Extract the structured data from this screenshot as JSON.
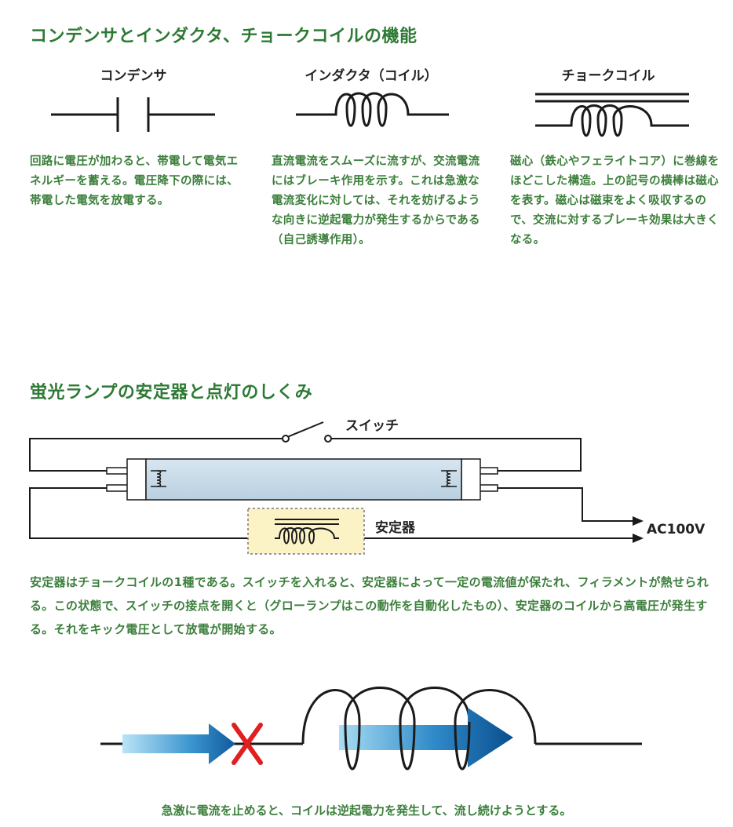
{
  "section1": {
    "title": "コンデンサとインダクタ、チョークコイルの機能",
    "columns": [
      {
        "label": "コンデンサ",
        "description": "回路に電圧が加わると、帯電して電気エネルギーを蓄える。電圧降下の際には、帯電した電気を放電する。"
      },
      {
        "label": "インダクタ（コイル）",
        "description": "直流電流をスムーズに流すが、交流電流にはブレーキ作用を示す。これは急激な電流変化に対しては、それを妨げるような向きに逆起電力が発生するからである（自己誘導作用）。"
      },
      {
        "label": "チョークコイル",
        "description": "磁心（鉄心やフェライトコア）に巻線をほどこした構造。上の記号の横棒は磁心を表す。磁心は磁束をよく吸収するので、交流に対するブレーキ効果は大きくなる。"
      }
    ]
  },
  "section2": {
    "title": "蛍光ランプの安定器と点灯のしくみ",
    "switch_label": "スイッチ",
    "ballast_label": "安定器",
    "source_label": "AC100V",
    "description": "安定器はチョークコイルの1種である。スイッチを入れると、安定器によって一定の電流値が保たれ、フィラメントが熱せられる。この状態で、スイッチの接点を開くと（グローランプはこの動作を自動化したもの）、安定器のコイルから高電圧が発生する。それをキック電圧として放電が開始する。"
  },
  "section3": {
    "caption": "急激に電流を止めると、コイルは逆起電力を発生して、流し続けようとする。"
  },
  "colors": {
    "heading_green": "#2e7a35",
    "text_green": "#3c7f3c",
    "tube_fill": "#c9dcea",
    "ballast_fill": "#fbf3c6",
    "arrow_blue": "#1a6fb0",
    "cross_red": "#e02020"
  }
}
